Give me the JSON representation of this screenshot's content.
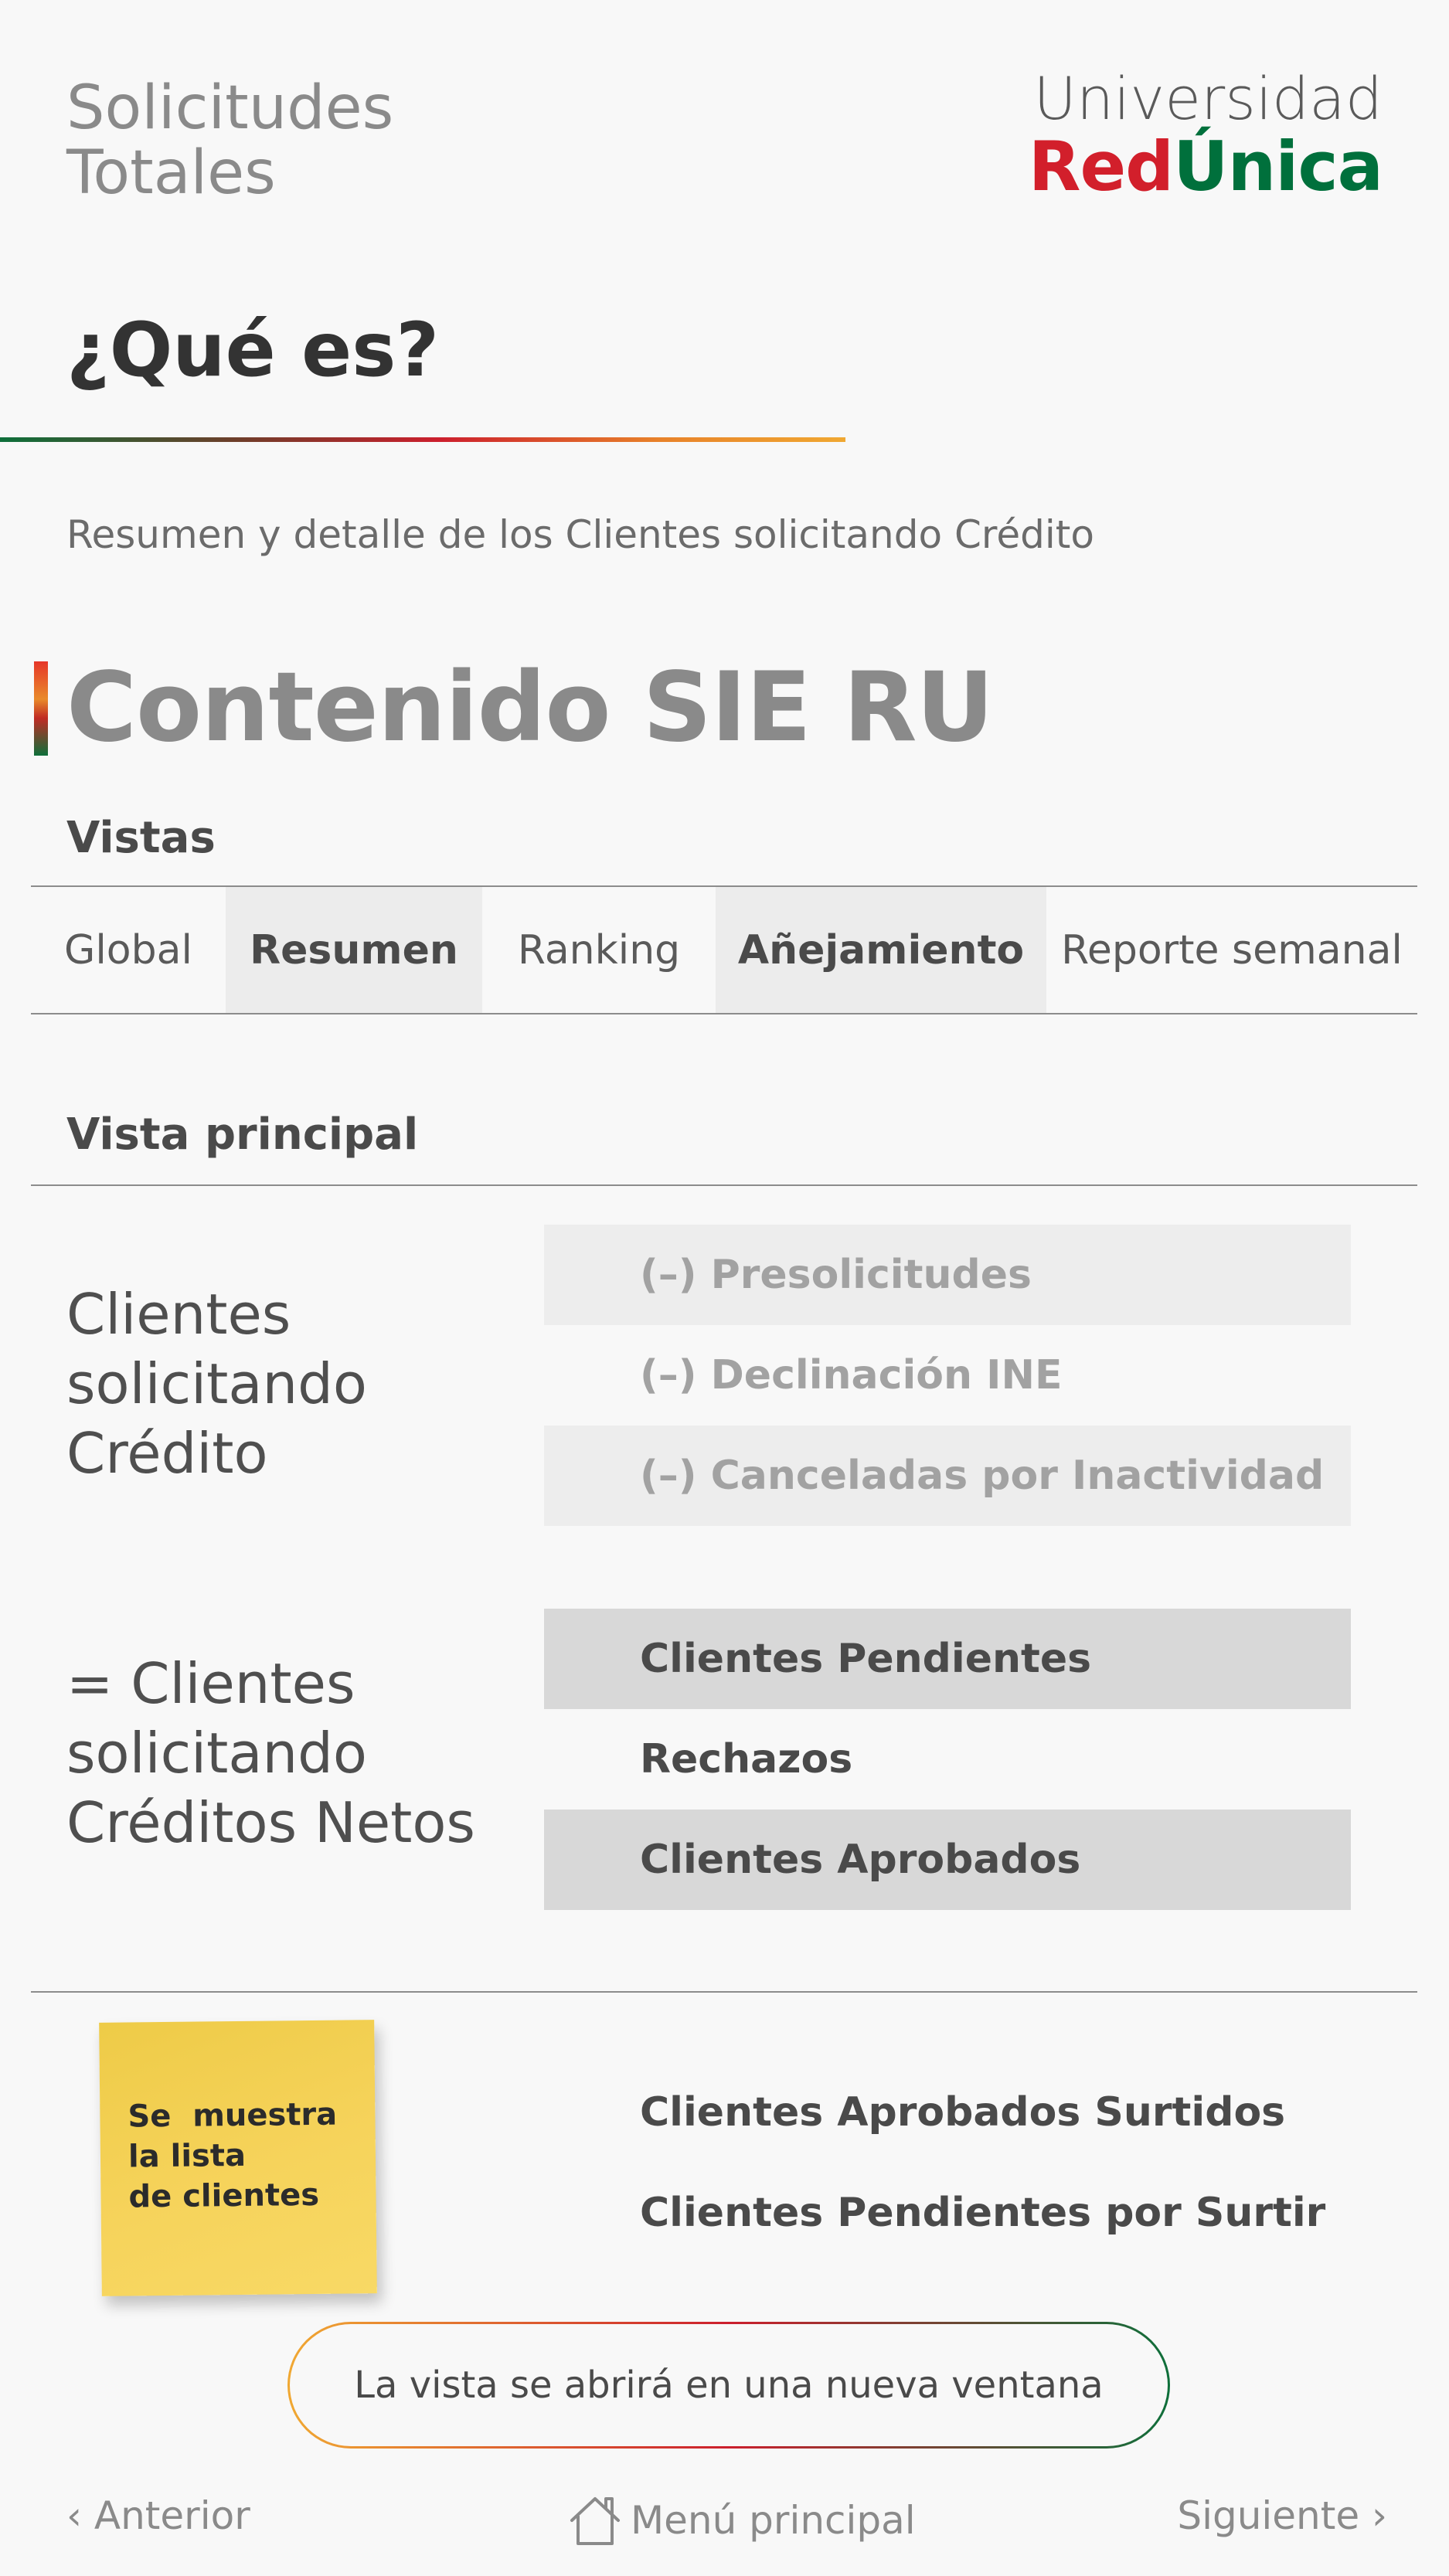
{
  "header": {
    "title_line1": "Solicitudes",
    "title_line2": "Totales",
    "logo_line1": "Universidad",
    "logo_red": "Red",
    "logo_green": "Única"
  },
  "intro": {
    "heading": "¿Qué es?",
    "description": "Resumen y detalle de los Clientes solicitando Crédito"
  },
  "content": {
    "title": "Contenido SIE RU",
    "vistas_label": "Vistas",
    "tabs": [
      {
        "label": "Global",
        "shaded": false
      },
      {
        "label": "Resumen",
        "shaded": true
      },
      {
        "label": "Ranking",
        "shaded": false
      },
      {
        "label": "Añejamiento",
        "shaded": true
      },
      {
        "label": "Reporte semanal",
        "shaded": false
      }
    ],
    "vista_principal_label": "Vista principal"
  },
  "group1": {
    "label_lines": [
      "Clientes",
      "solicitando",
      "Crédito"
    ],
    "rows": [
      "(–) Presolicitudes",
      "(–) Declinación INE",
      "(–) Canceladas por Inactividad"
    ]
  },
  "group2": {
    "label_lines": [
      "= Clientes",
      "solicitando",
      "Créditos Netos"
    ],
    "rows": [
      "Clientes Pendientes",
      "Rechazos",
      "Clientes Aprobados"
    ]
  },
  "bottom": {
    "sticky_note_lines": [
      "Se  muestra",
      "la lista",
      "de clientes"
    ],
    "items": [
      "Clientes Aprobados Surtidos",
      "Clientes Pendientes por Surtir"
    ],
    "open_new_window": "La vista se abrirá en una nueva ventana"
  },
  "footer": {
    "prev": "‹ Anterior",
    "home": "Menú principal",
    "next": "Siguiente ›"
  },
  "colors": {
    "brand_red": "#d21f2b",
    "brand_green": "#00703c",
    "brand_orange": "#f0a832",
    "sticky_yellow": "#f6d35b"
  },
  "icons": {
    "home": "home-icon"
  }
}
